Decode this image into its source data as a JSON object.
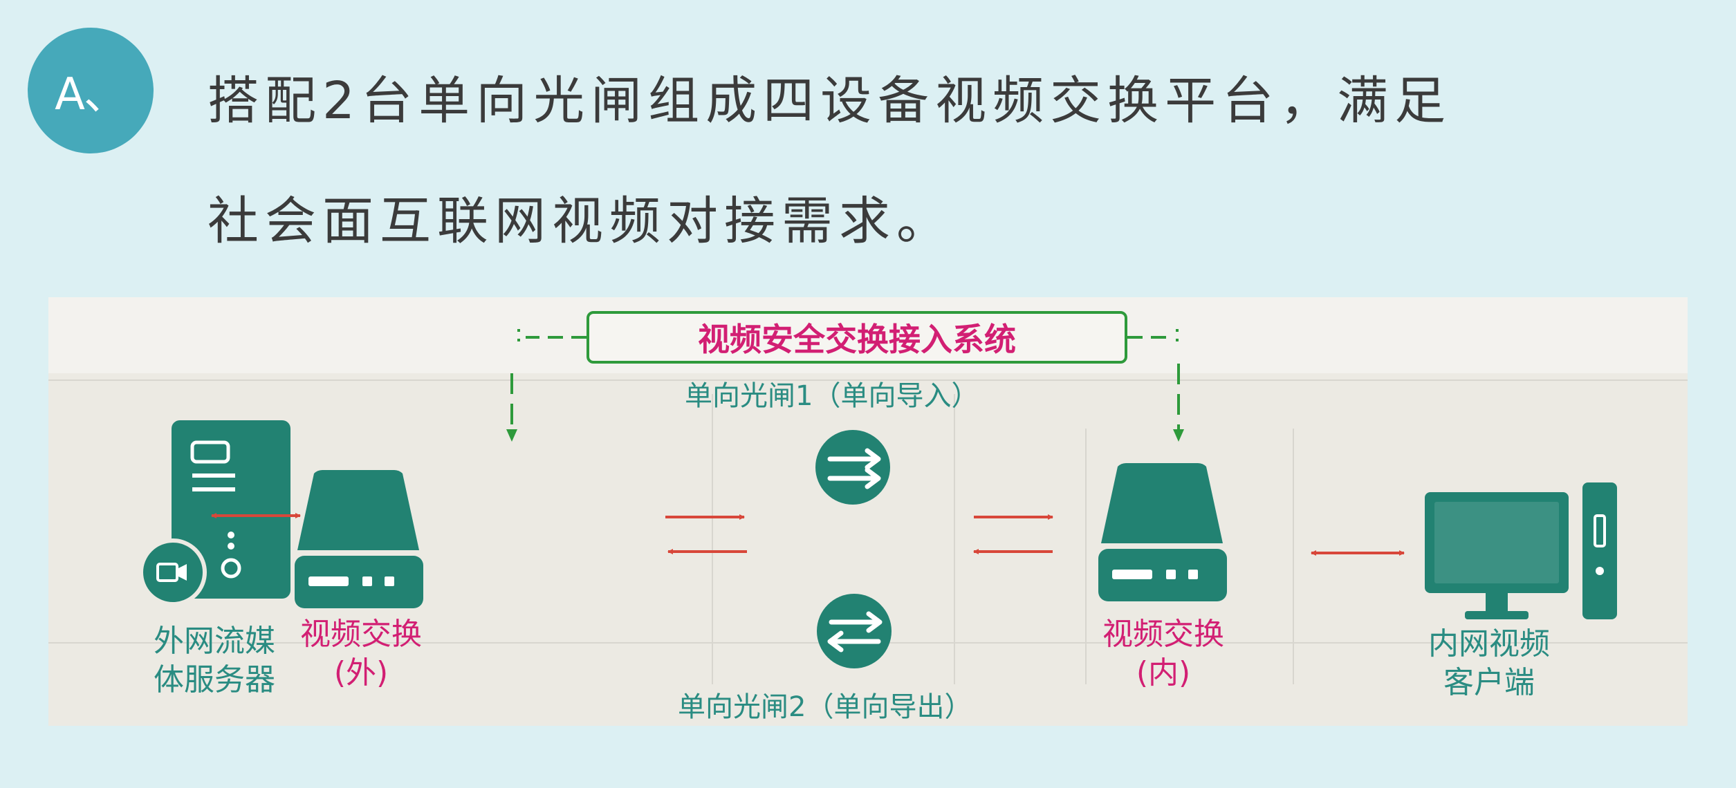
{
  "badge": "A、",
  "headline": {
    "line1": "搭配2台单向光闸组成四设备视频交换平台，满足",
    "line2": "社会面互联网视频对接需求。"
  },
  "diagram": {
    "system_title": "视频安全交换接入系统",
    "gate1": "单向光闸1（单向导入）",
    "gate2": "单向光闸2（单向导出）",
    "server": {
      "line1": "外网流媒",
      "line2": "体服务器"
    },
    "switch_out": {
      "line1": "视频交换",
      "line2": "(外)"
    },
    "switch_in": {
      "line1": "视频交换",
      "line2": "(内)"
    },
    "client": {
      "line1": "内网视频",
      "line2": "客户端"
    }
  },
  "colors": {
    "background": "#dcf0f3",
    "panel": "#eceae3",
    "device": "#228272",
    "accent_pink": "#d21f73",
    "arrow_red": "#d8473a",
    "dash_green": "#2e9a3b",
    "badge": "#46a9ba"
  }
}
